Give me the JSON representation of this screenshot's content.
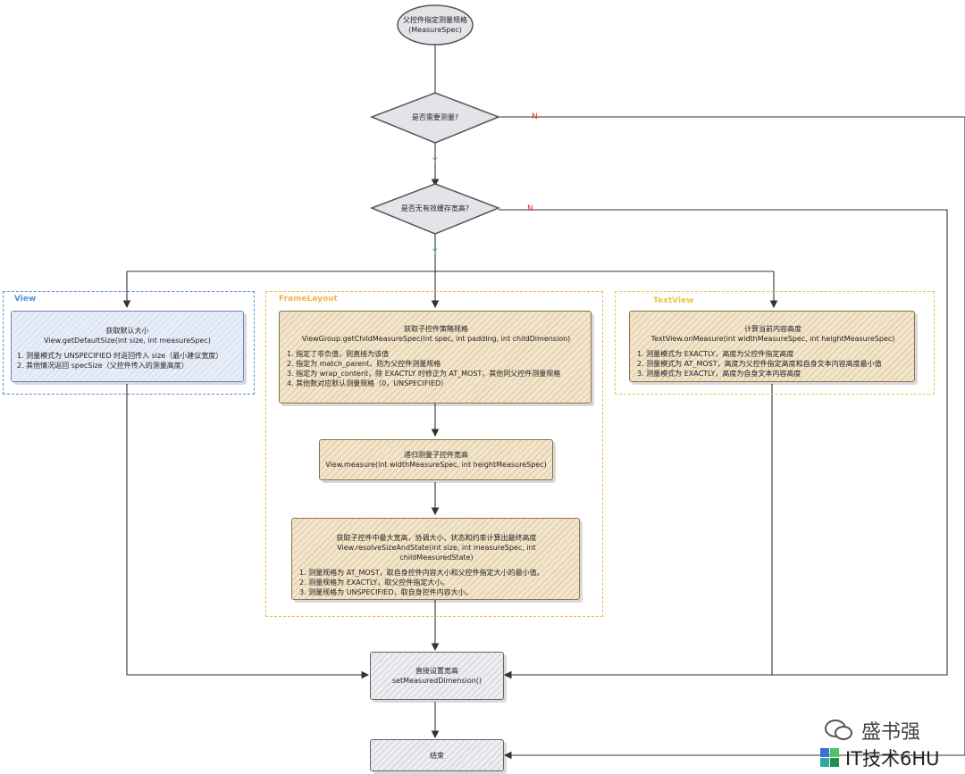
{
  "nodes": {
    "start": {
      "line1": "父控件指定测量规格",
      "line2": "(MeasureSpec)"
    },
    "need_measure": {
      "label": "是否需要测量?"
    },
    "cache_valid": {
      "label": "是否无有效缓存宽高?"
    },
    "view_default": {
      "title": "获取默认大小",
      "method": "View.getDefaultSize(int size, int measureSpec)",
      "items": [
        "1. 测量模式为 UNSPECIFIED 时返回传入 size（最小建议宽度）",
        "2. 其他情况返回 specSize（父控件传入的测量高度）"
      ]
    },
    "child_spec": {
      "title": "获取子控件策略规格",
      "method": "ViewGroup.getChildMeasureSpec(int spec, int padding, int childDimension)",
      "items": [
        "1. 指定了非负值，则直接为该值",
        "2. 指定为 match_parent，则为父控件测量规格",
        "3. 指定为 wrap_content，除 EXACTLY 时修正为 AT_MOST，其他同父控件测量规格",
        "4. 其他数对应默认测量规格（0，UNSPECIFIED）"
      ]
    },
    "recursive": {
      "title": "递归测量子控件宽高",
      "method": "View.measure(int widthMeasureSpec, int heightMeasureSpec)"
    },
    "resolve": {
      "title": "获取子控件中最大宽高，协调大小、状态和约束计算出最终高度",
      "method": "View.resolveSizeAndState(int size, int measureSpec, int childMeasuredState)",
      "items": [
        "1. 测量规格为 AT_MOST，取自身控件内容大小和父控件指定大小的最小值。",
        "2. 测量规格为 EXACTLY，取父控件指定大小。",
        "3. 测量规格为 UNSPECIFIED，取自身控件内容大小。"
      ]
    },
    "textview": {
      "title": "计算当前内容高度",
      "method": "TextView.onMeasure(int widthMeasureSpec, int heightMeasureSpec)",
      "items": [
        "1. 测量模式为 EXACTLY，高度为父控件指定高度",
        "2. 测量模式为 AT_MOST，高度为父控件指定高度和自身文本内容高度最小值",
        "3. 测量模式为 EXACTLY，高度为自身文本内容高度"
      ]
    },
    "set_dimension": {
      "title": "直接设置宽高",
      "method": "setMeasuredDimension()"
    },
    "end": {
      "title": "结束"
    }
  },
  "groups": {
    "view": "View",
    "framelayout": "FrameLayout",
    "textview": "TextView"
  },
  "edge_labels": {
    "n1": "N",
    "y1": "Y",
    "n2": "N",
    "y2": "Y"
  },
  "watermark": {
    "name": "盛书强",
    "site": "IT技术6HU"
  },
  "colors": {
    "view_group": "#5b8ed6",
    "framelayout_group": "#f0b64a",
    "textview_group": "#e6c84a",
    "no": "#e0301e",
    "yes": "#3cc95a"
  }
}
